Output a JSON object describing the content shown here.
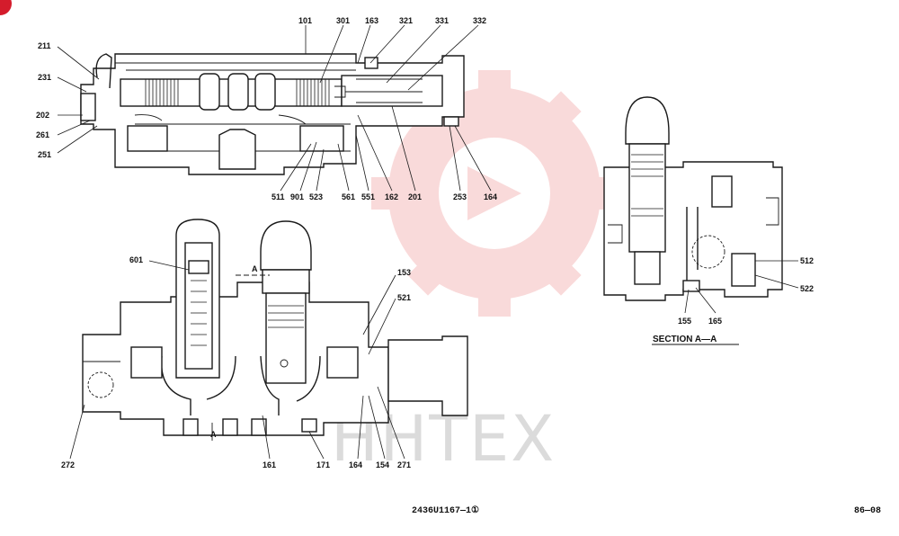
{
  "labels": {
    "top": [
      "101",
      "301",
      "163",
      "321",
      "331",
      "332",
      "211",
      "231",
      "202",
      "261",
      "251",
      "511",
      "901",
      "523",
      "561",
      "551",
      "162",
      "201",
      "253",
      "164"
    ],
    "front": [
      "601",
      "153",
      "521",
      "272",
      "161",
      "171",
      "164",
      "154",
      "271"
    ],
    "section": [
      "512",
      "522",
      "155",
      "165"
    ],
    "section_mark": "A"
  },
  "section_title": "SECTION A—A",
  "footer": {
    "drawing_number": "2436U1167—1①",
    "page": "86—08"
  },
  "watermark": {
    "text": "HHTEX",
    "color": "#e02020"
  }
}
